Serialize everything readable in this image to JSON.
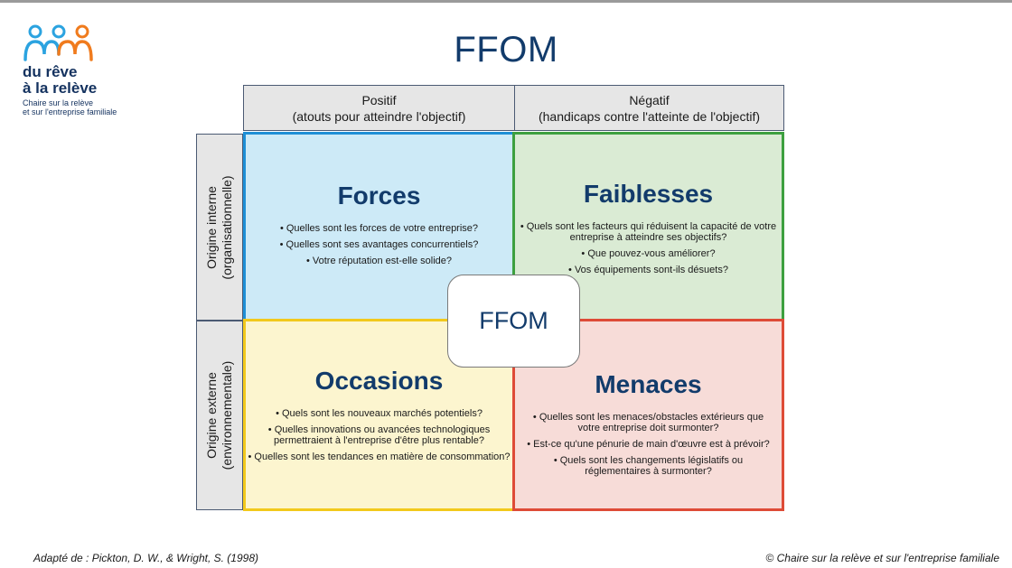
{
  "title": "FFOM",
  "logo": {
    "name_line1": "du rêve",
    "name_line2": "à la relève",
    "sub_line1": "Chaire sur la relève",
    "sub_line2": "et sur l'entreprise familiale",
    "icon": "three-people-icon"
  },
  "columns": [
    {
      "line1": "Positif",
      "line2": "(atouts pour atteindre l'objectif)"
    },
    {
      "line1": "Négatif",
      "line2": "(handicaps contre l'atteinte de l'objectif)"
    }
  ],
  "rows": [
    {
      "line1": "Origine interne",
      "line2": "(organisationnelle)"
    },
    {
      "line1": "Origine externe",
      "line2": "(environnementale)"
    }
  ],
  "quadrants": {
    "forces": {
      "title": "Forces",
      "items": [
        "• Quelles sont les forces de votre entreprise?",
        "• Quelles sont ses avantages concurrentiels?",
        "• Votre réputation est-elle solide?"
      ]
    },
    "faiblesses": {
      "title": "Faiblesses",
      "items": [
        "• Quels sont les facteurs qui réduisent la capacité de votre entreprise à atteindre ses objectifs?",
        "• Que pouvez-vous améliorer?",
        "• Vos équipements sont-ils désuets?"
      ]
    },
    "occasions": {
      "title": "Occasions",
      "items": [
        "• Quels sont les nouveaux marchés potentiels?",
        "• Quelles innovations ou avancées technologiques permettraient à l'entreprise d'être plus rentable?",
        "• Quelles sont les tendances en matière de consommation?"
      ]
    },
    "menaces": {
      "title": "Menaces",
      "items": [
        "• Quelles sont les menaces/obstacles extérieurs que votre entreprise doit surmonter?",
        "• Est-ce qu'une pénurie de main d'œuvre est à prévoir?",
        "• Quels sont les changements législatifs ou réglementaires à surmonter?"
      ]
    }
  },
  "center_label": "FFOM",
  "footer": {
    "left": "Adapté de : Pickton, D. W., & Wright, S. (1998)",
    "right": "© Chaire sur la relève et sur l'entreprise familiale"
  },
  "colors": {
    "forces": "#cdeaf7",
    "faiblesses": "#daebd4",
    "occasions": "#fcf5cf",
    "menaces": "#f7dcd8",
    "title": "#123b6b"
  }
}
